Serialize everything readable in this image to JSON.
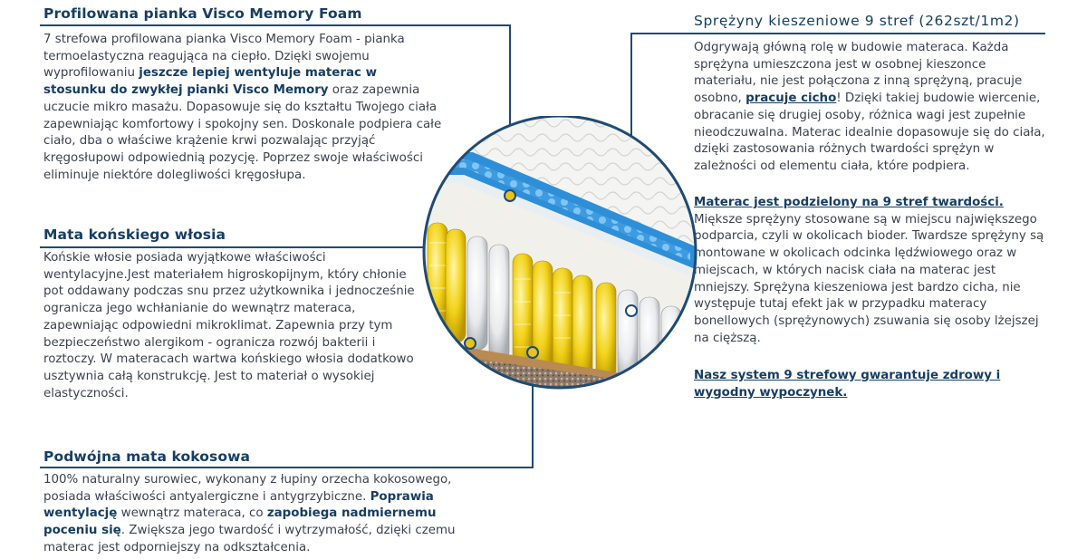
{
  "sections": {
    "visco": {
      "title": "Profilowana pianka Visco Memory Foam",
      "p1": "7 strefowa profilowana pianka Visco Memory Foam - pianka termoelastyczna reagująca na ciepło. Dzięki swojemu wyprofilowaniu ",
      "p1_bold": "jeszcze lepiej wentyluje materac w stosunku do zwykłej pianki Visco Memory",
      "p1_rest": " oraz zapewnia uczucie mikro masażu. Dopasowuje się do kształtu Twojego ciała zapewniając komfortowy i spokojny sen. Doskonale podpiera całe ciało, dba o właściwe krążenie krwi pozwalając przyjąć kręgosłupowi odpowiednią pozycję. Poprzez swoje właściwości eliminuje niektóre dolegliwości kręgosłupa."
    },
    "horsehair": {
      "title": "Mata końskiego włosia",
      "text": "Końskie włosie  posiada wyjątkowe właściwości wentylacyjne.Jest materiałem higroskopijnym, który chłonie pot oddawany podczas snu przez użytkownika i jednocześnie ogranicza jego wchłanianie do wewnątrz materaca, zapewniając odpowiedni mikroklimat. Zapewnia przy tym bezpieczeństwo alergikom - ogranicza rozwój bakterii i roztoczy. W materacach wartwa końskiego włosia dodatkowo usztywnia całą konstrukcję. Jest to materiał o wysokiej elastyczności."
    },
    "coconut": {
      "title": "Podwójna mata kokosowa",
      "t1": "100% naturalny surowiec, wykonany z łupiny orzecha kokosowego, posiada właściwości antyalergiczne i antygrzybiczne. ",
      "b1": "Poprawia wentylację",
      "t2": " wewnątrz materaca, co ",
      "b2": "zapobiega nadmiernemu poceniu się",
      "t3": ". Zwiększa jego twardość i wytrzymałość, dzięki czemu materac jest odporniejszy na odkształcenia."
    },
    "springs": {
      "title": "Sprężyny kieszeniowe 9 stref (262szt/1m2)",
      "t1": "Odgrywają główną rolę w budowie materaca. Każda sprężyna umieszczona jest w osobnej kieszonce materiału, nie jest połączona z inną sprężyną, pracuje osobno, ",
      "u1": "pracuje cicho",
      "t2": "! Dzięki takiej budowie wiercenie, obracanie się drugiej osoby, różnica wagi jest zupełnie nieodczuwalna. Materac idealnie dopasowuje się do ciała, dzięki zastosowania różnych twardości sprężyn w zależności od elementu ciała, które podpiera.",
      "subhead": "Materac jest podzielony na 9 stref twardości.",
      "t3": "Miększe sprężyny stosowane są w miejscu największego podparcia, czyli w okolicach bioder. Twardsze sprężyny są montowane w okolicach odcinka lędźwiowego oraz w miejscach, w których nacisk ciała na materac jest mniejszy. Sprężyna kieszeniowa jest bardzo cicha, nie występuje tutaj efekt jak w przypadku materacy bonellowych (sprężynowych) zsuwania się osoby lżejszej na cięższą.",
      "footer": "Nasz system 9 strefowy gwarantuje zdrowy i wygodny wypoczynek."
    }
  },
  "colors": {
    "heading": "#173e63",
    "line": "#1f4b73",
    "dot": "#e9c21b",
    "dot_white": "#ffffff"
  }
}
